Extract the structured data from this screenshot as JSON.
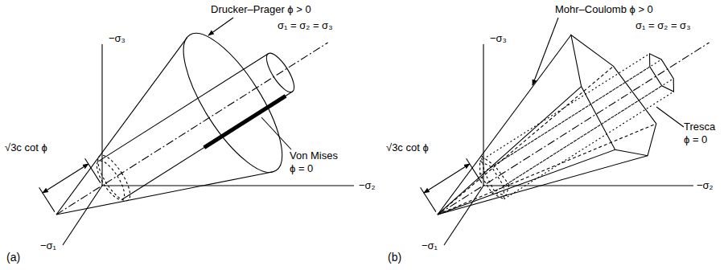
{
  "diagram": {
    "labels": [
      "Drucker–Prager ϕ > 0",
      "−σ₃",
      "σ₁ = σ₂ = σ₃",
      "√3c cot ϕ",
      "Von Mises ϕ = 0",
      "−σ₂",
      "−σ₁",
      "(a)",
      "Mohr–Coulomb ϕ > 0",
      "−σ₃",
      "σ₁ = σ₂ = σ₃",
      "√3c cot ϕ",
      "Tresca ϕ = 0",
      "−σ₂",
      "−σ₁",
      "(b)"
    ]
  }
}
